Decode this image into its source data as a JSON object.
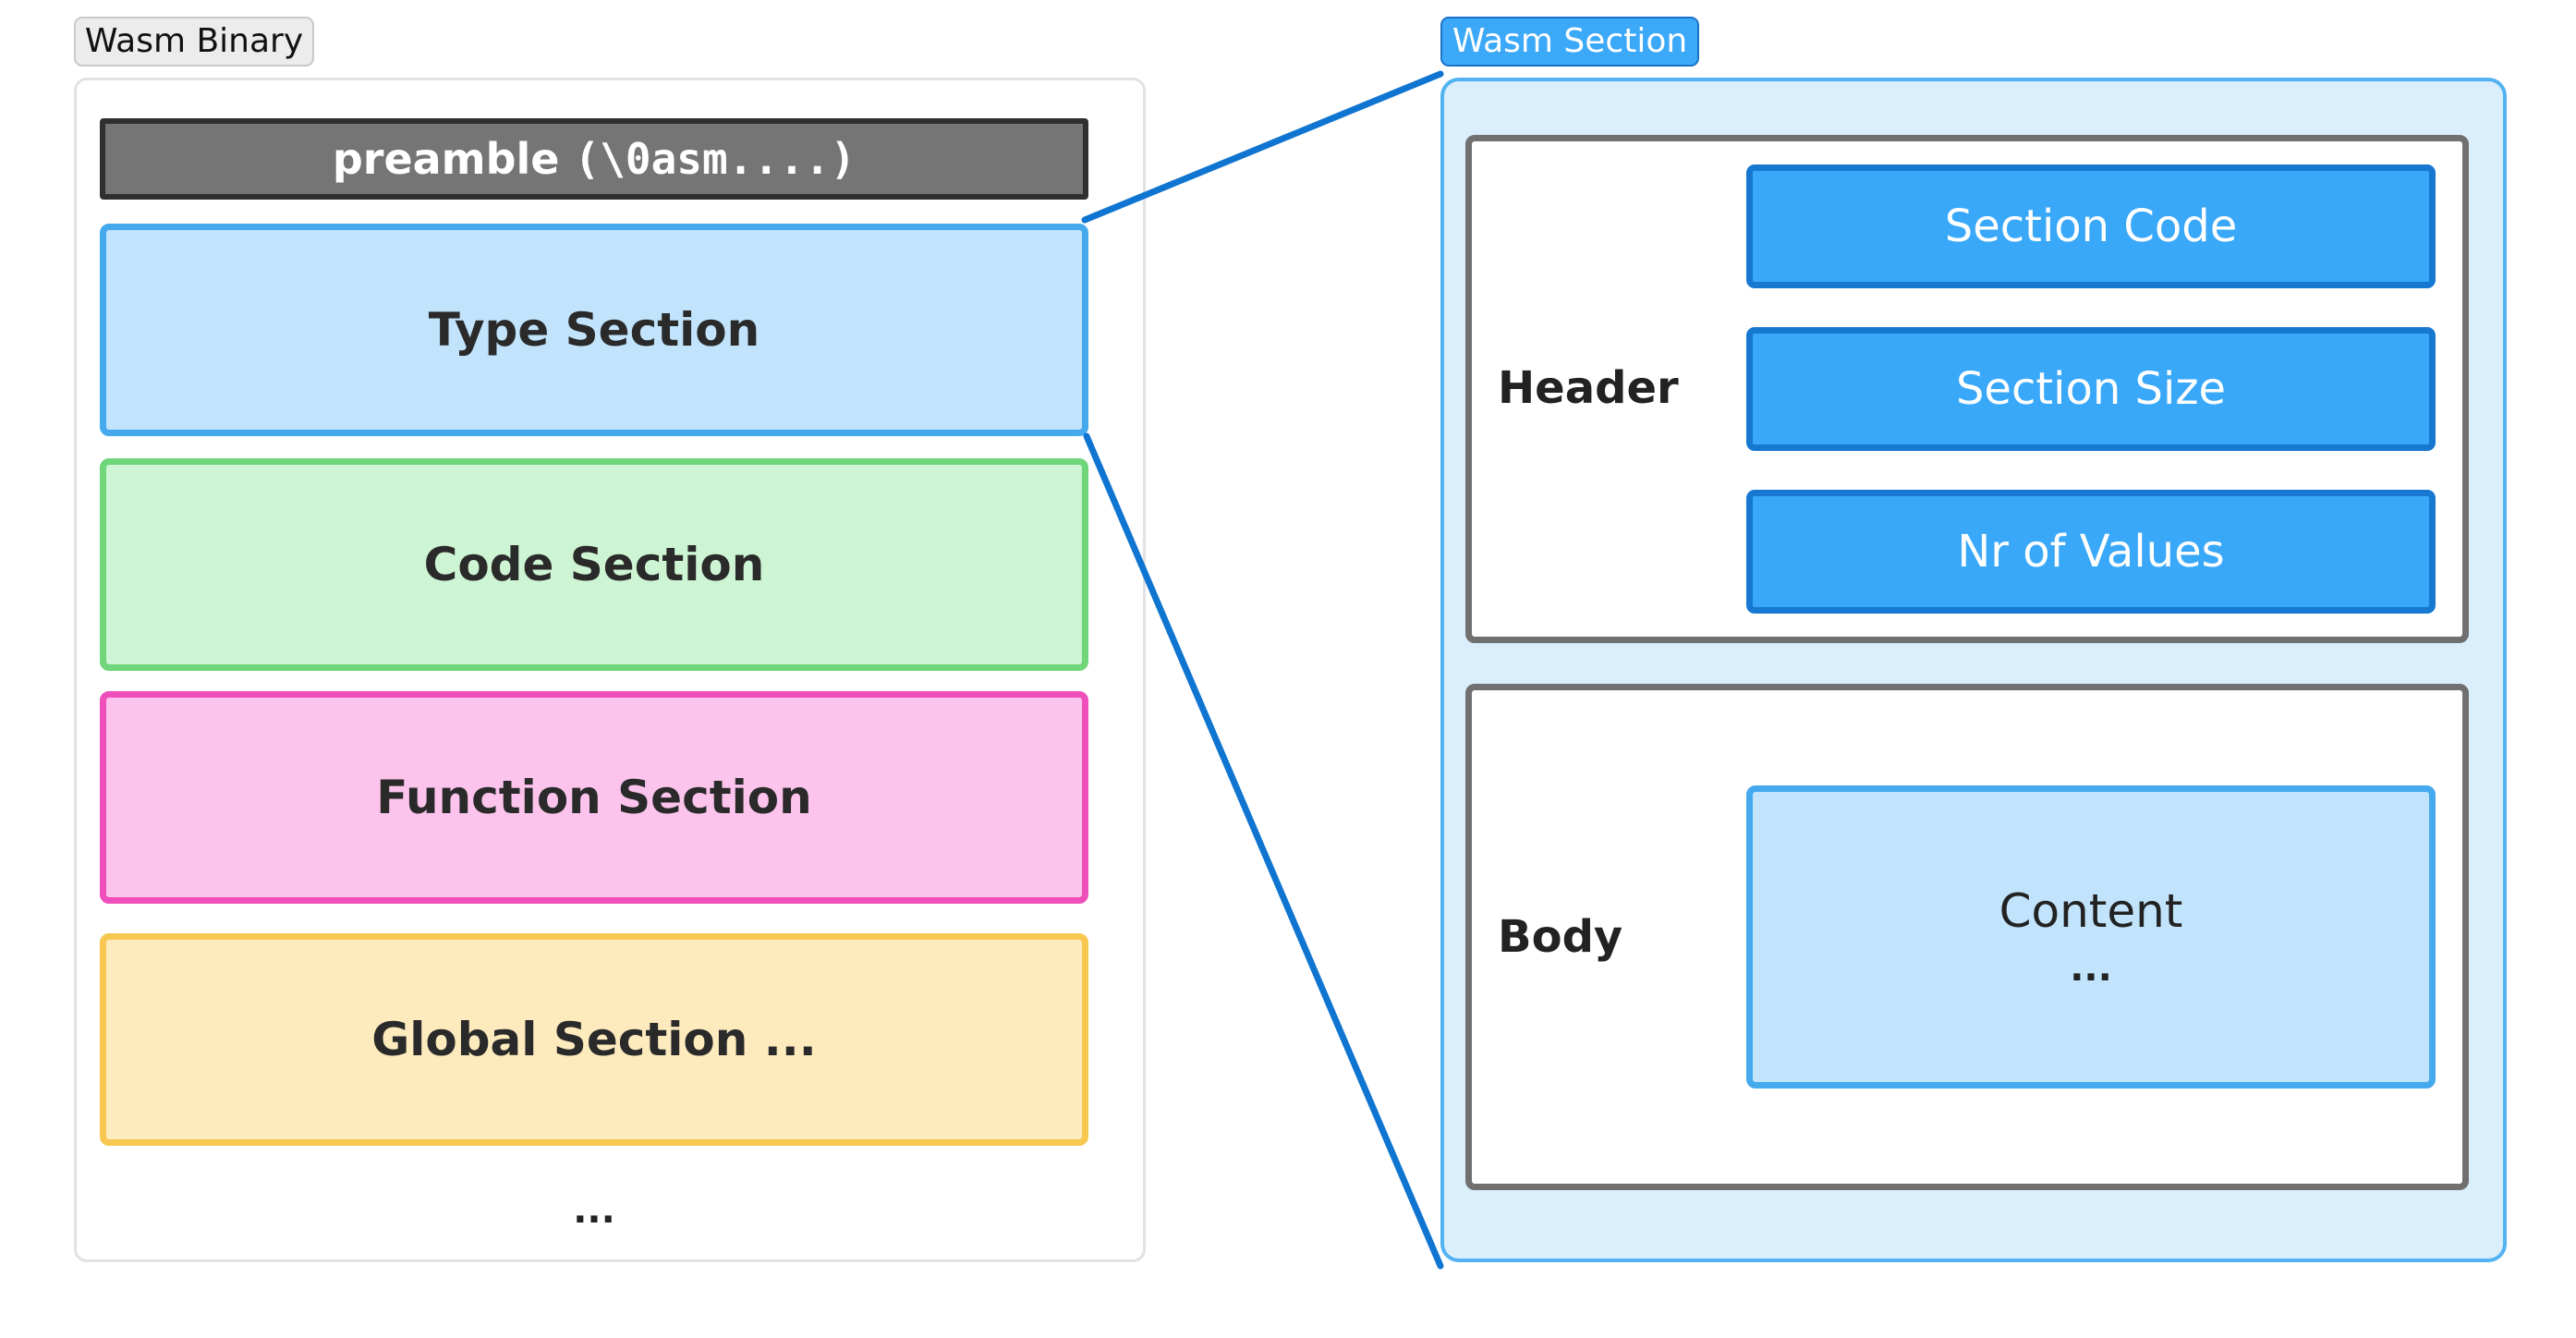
{
  "binary": {
    "tag": "Wasm Binary",
    "preamble_word": "preamble",
    "preamble_code": "(\\0asm....)",
    "sections": [
      {
        "label": "Type Section",
        "fill": "#c1e4fc",
        "stroke": "#45a9ee"
      },
      {
        "label": "Code Section",
        "fill": "#cdf4d3",
        "stroke": "#6fd679"
      },
      {
        "label": "Function Section",
        "fill": "#fcc4ec",
        "stroke": "#ef4fba"
      },
      {
        "label": "Global Section ...",
        "fill": "#fdeabd",
        "stroke": "#f8c750"
      }
    ],
    "ellipsis": "..."
  },
  "section": {
    "tag": "Wasm Section",
    "header": {
      "label": "Header",
      "fields": [
        "Section Code",
        "Section Size",
        "Nr of Values"
      ]
    },
    "body": {
      "label": "Body",
      "content_title": "Content",
      "content_ellipsis": "..."
    }
  },
  "colors": {
    "connector": "#0f75d0",
    "field_fill": "#3aa8f8",
    "field_stroke": "#1778d2",
    "panel_fill": "#dbeefc"
  }
}
